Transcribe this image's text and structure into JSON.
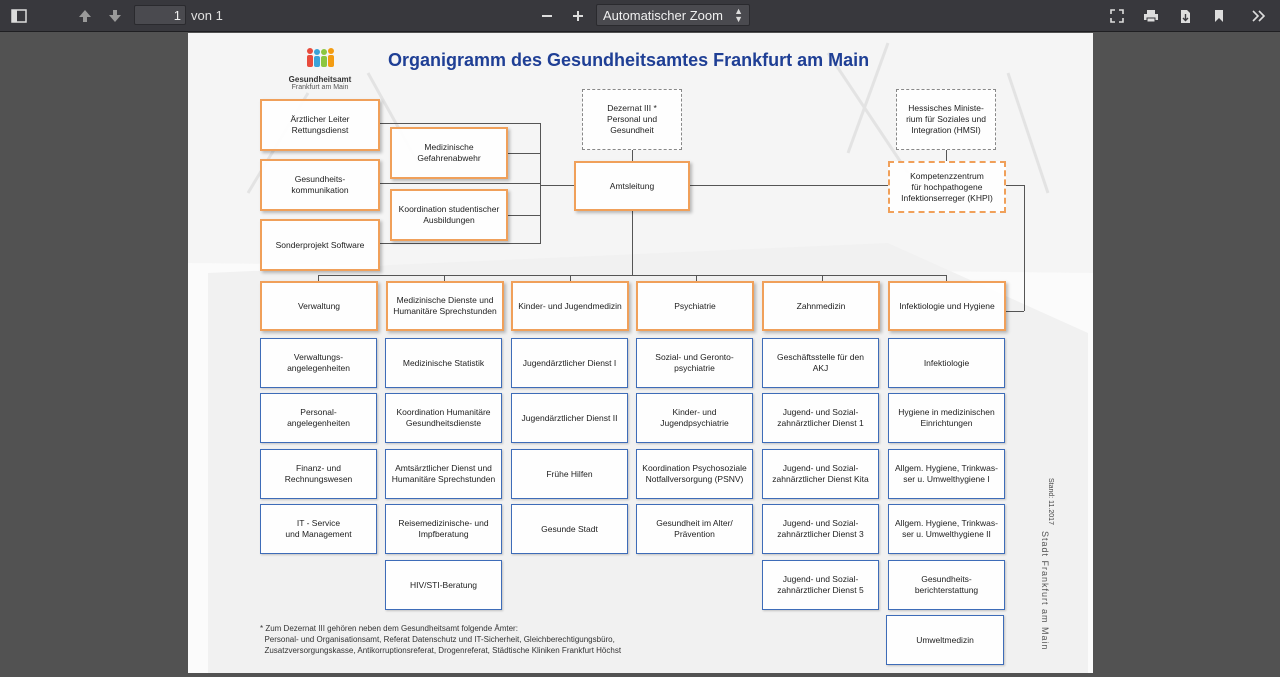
{
  "toolbar": {
    "page_number": "1",
    "page_count": "von 1",
    "zoom_label": "Automatischer Zoom"
  },
  "document": {
    "logo_name": "Gesundheitsamt",
    "logo_sub": "Frankfurt am Main",
    "title": "Organigramm des Gesundheitsamtes Frankfurt am Main",
    "stand": "Stand: 11.2017",
    "stadt": "Stadt Frankfurt am Main",
    "top": {
      "aerztl_leiter": "Ärztlicher Leiter\nRettungsdienst",
      "gesundheitskomm": "Gesundheits-\nkommunikation",
      "sonderprojekt": "Sonderprojekt Software",
      "med_gefahren": "Medizinische\nGefahrenabwehr",
      "koord_stud": "Koordination studentischer\nAusbildungen",
      "dezernat": "Dezernat III *\nPersonal und\nGesundheit",
      "amtsleitung": "Amtsleitung",
      "hmsi": "Hessisches Ministe-\nrium für Soziales und\nIntegration (HMSI)",
      "khpi": "Kompetenzzentrum\nfür hochpathogene\nInfektionserreger (KHPI)"
    },
    "columns": [
      {
        "head": "Verwaltung",
        "items": [
          "Verwaltungs-\nangelegenheiten",
          "Personal-\nangelegenheiten",
          "Finanz- und\nRechnungswesen",
          "IT - Service\nund Management"
        ]
      },
      {
        "head": "Medizinische Dienste und\nHumanitäre Sprechstunden",
        "items": [
          "Medizinische Statistik",
          "Koordination Humanitäre\nGesundheitsdienste",
          "Amtsärztlicher Dienst und\nHumanitäre Sprechstunden",
          "Reisemedizinische- und\nImpfberatung",
          "HIV/STI-Beratung"
        ]
      },
      {
        "head": "Kinder- und Jugendmedizin",
        "items": [
          "Jugendärztlicher Dienst I",
          "Jugendärztlicher Dienst II",
          "Frühe Hilfen",
          "Gesunde Stadt"
        ]
      },
      {
        "head": "Psychiatrie",
        "items": [
          "Sozial- und Geronto-\npsychiatrie",
          "Kinder- und\nJugendpsychiatrie",
          "Koordination Psychosoziale\nNotfallversorgung (PSNV)",
          "Gesundheit im Alter/\nPrävention"
        ]
      },
      {
        "head": "Zahnmedizin",
        "items": [
          "Geschäftsstelle für den\nAKJ",
          "Jugend- und Sozial-\nzahnärztlicher Dienst 1",
          "Jugend- und Sozial-\nzahnärztlicher Dienst Kita",
          "Jugend- und Sozial-\nzahnärztlicher Dienst 3",
          "Jugend- und Sozial-\nzahnärztlicher Dienst 5"
        ]
      },
      {
        "head": "Infektiologie und Hygiene",
        "items": [
          "Infektiologie",
          "Hygiene in medizinischen\nEinrichtungen",
          "Allgem. Hygiene, Trinkwas-\nser u. Umwelthygiene I",
          "Allgem. Hygiene, Trinkwas-\nser u. Umwelthygiene II",
          "Gesundheits-\nberichterstattung",
          "Umweltmedizin"
        ]
      }
    ],
    "footnote": [
      "* Zum Dezernat III gehören neben dem Gesundheitsamt folgende Ämter:",
      "  Personal- und Organisationsamt, Referat Datenschutz und IT-Sicherheit, Gleichberechtigungsbüro,",
      "  Zusatzversorgungskasse, Antikorruptionsreferat, Drogenreferat, Städtische Kliniken Frankfurt Höchst"
    ]
  }
}
